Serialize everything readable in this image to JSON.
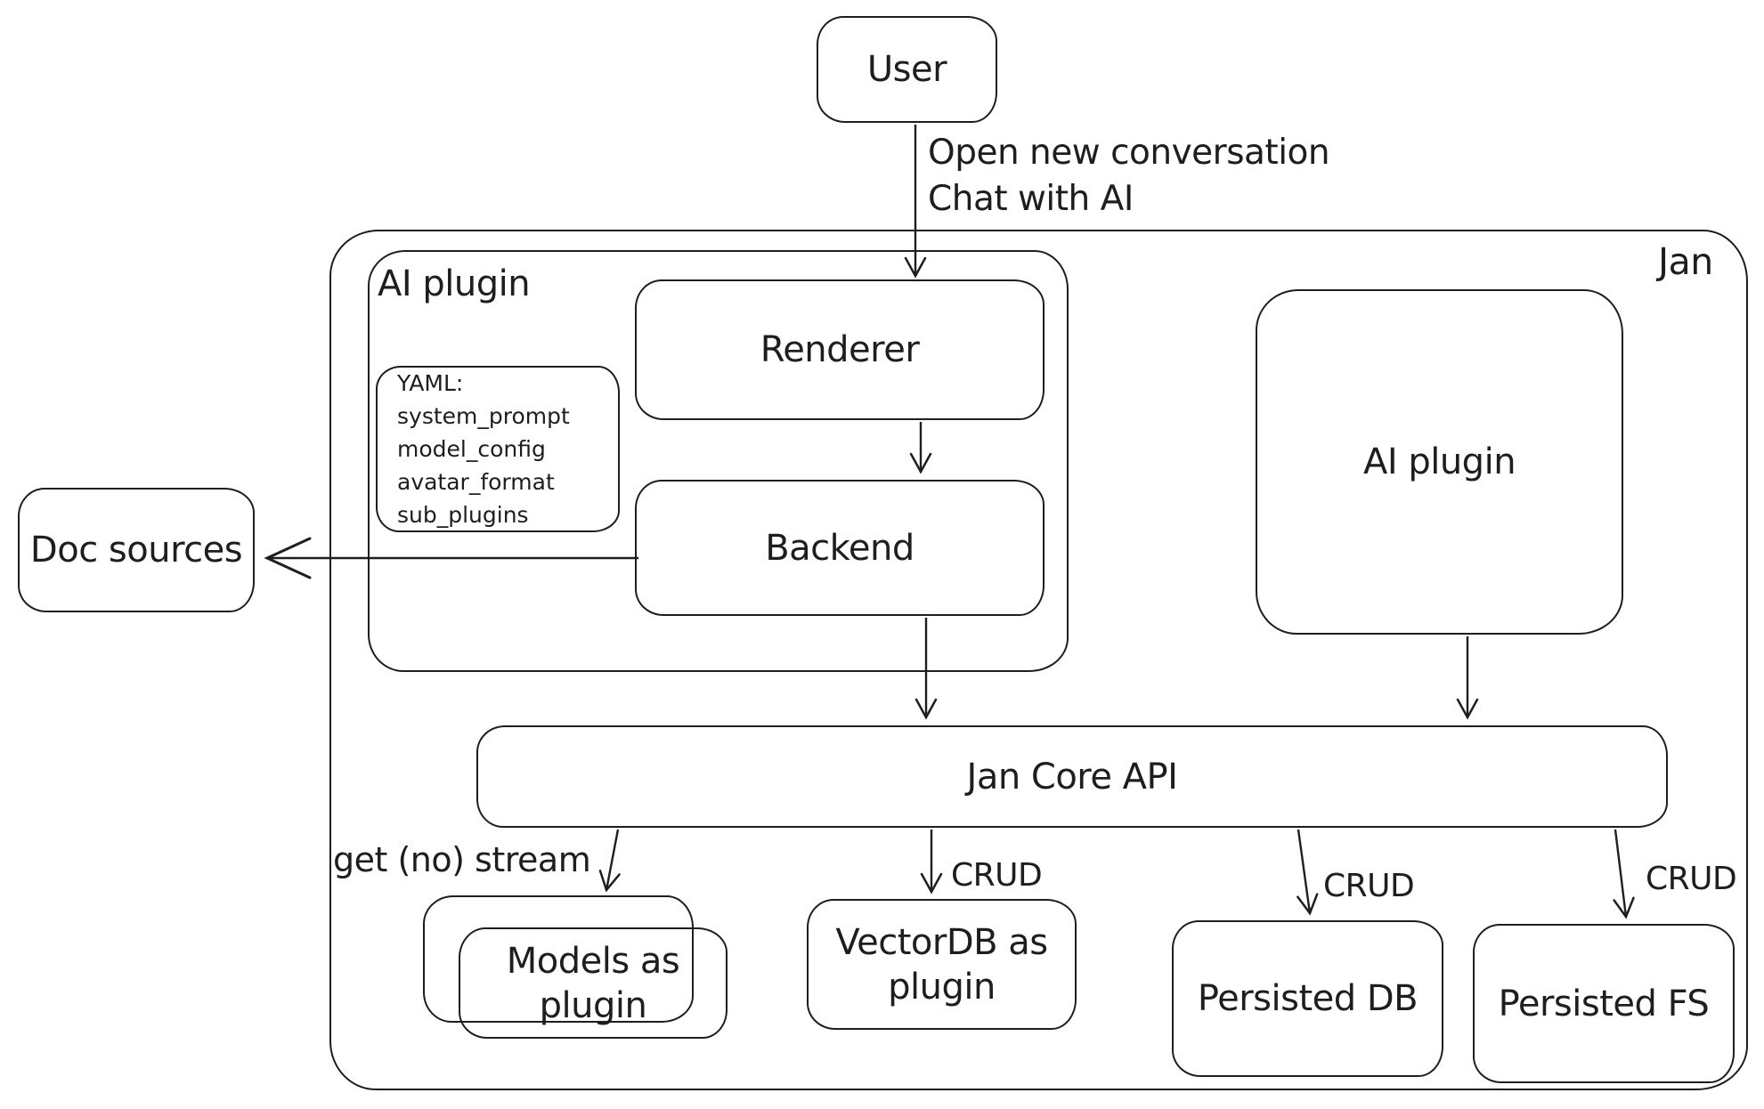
{
  "colors": {
    "stroke": "#1e1e1e",
    "background": "#ffffff"
  },
  "nodes": {
    "user": "User",
    "jan_container_label": "Jan",
    "ai_plugin_container_label": "AI plugin",
    "yaml_note": "YAML:\nsystem_prompt\nmodel_config\navatar_format\nsub_plugins",
    "renderer": "Renderer",
    "backend": "Backend",
    "doc_sources": "Doc sources",
    "ai_plugin_right": "AI plugin",
    "jan_core_api": "Jan Core API",
    "models_as_plugin": "Models as\nplugin",
    "vectordb_as_plugin": "VectorDB as\nplugin",
    "persisted_db": "Persisted DB",
    "persisted_fs": "Persisted FS"
  },
  "edge_labels": {
    "user_to_renderer": "Open new conversation\nChat with AI",
    "get_no_stream": "get (no) stream",
    "crud_vectordb": "CRUD",
    "crud_persisted_db": "CRUD",
    "crud_persisted_fs": "CRUD"
  }
}
